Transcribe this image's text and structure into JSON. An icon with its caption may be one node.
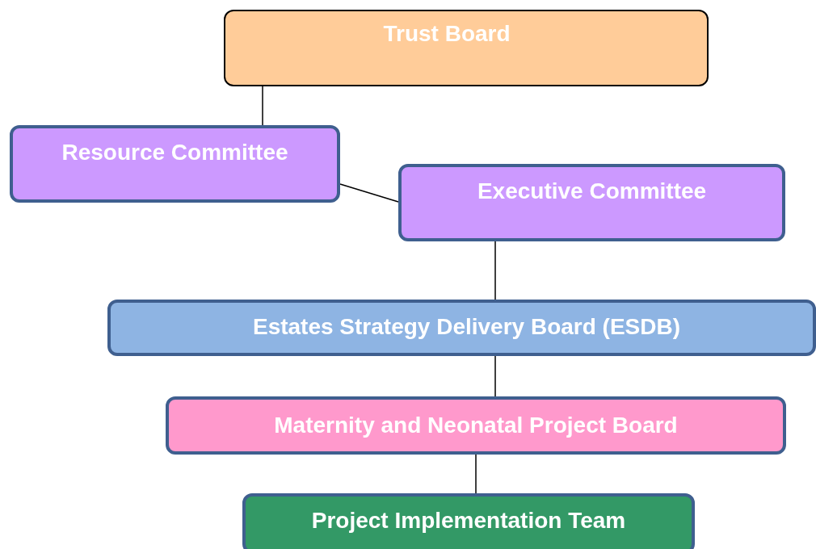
{
  "diagram": {
    "nodes": [
      {
        "text": [
          "Trust Board"
        ]
      },
      {
        "text": [
          "Resource Committee"
        ]
      },
      {
        "text": [
          "Executive Committee"
        ]
      },
      {
        "text": [
          "Estates Strategy Delivery Board (ESDB)"
        ]
      },
      {
        "text": [
          "Maternity and Neonatal Project Board"
        ]
      },
      {
        "text": [
          "Project Implementation Team"
        ]
      }
    ],
    "edges": [
      {
        "from": 0,
        "to": 1,
        "arrow": "none"
      },
      {
        "from": 1,
        "to": 2,
        "arrow": "none"
      },
      {
        "from": 2,
        "to": 3,
        "arrow": "none"
      },
      {
        "from": 3,
        "to": 4,
        "arrow": "none"
      },
      {
        "from": 4,
        "to": 5,
        "arrow": "none"
      }
    ]
  }
}
